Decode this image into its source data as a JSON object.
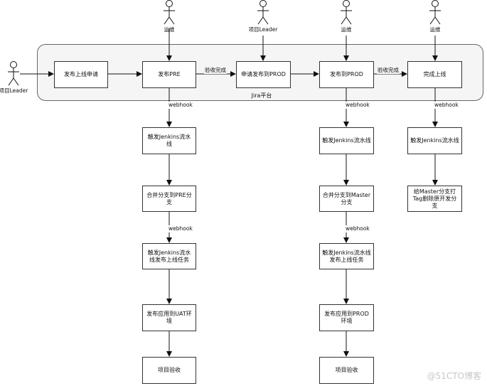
{
  "actors": {
    "ops1": "运维",
    "pm_top": "项目Leader",
    "ops2": "运维",
    "ops3": "运维",
    "pm_left": "项目Leader"
  },
  "platform_label": "Jira平台",
  "jira_steps": {
    "submit": "发布上线申请",
    "release_pre": "发布PRE",
    "apply_prod": "申请发布到PROD",
    "release_prod": "发布到PROD",
    "done": "完成上线"
  },
  "edge_labels": {
    "accept_done_1": "验收完成",
    "accept_done_2": "验收完成",
    "webhook_pre_1": "webhook",
    "webhook_pre_2": "webhook",
    "webhook_prod_1": "webhook",
    "webhook_prod_2": "webhook",
    "webhook_done": "webhook"
  },
  "pre_flow": {
    "trigger": "触发Jenkins流水线",
    "merge": "合并分支到PRE分支",
    "trigger_task": "触发Jenkins流水线发布上线任务",
    "deploy": "发布应用到UAT环境",
    "accept": "项目验收"
  },
  "prod_flow": {
    "trigger": "触发Jenkins流水线",
    "merge": "合并分支到Master分支",
    "trigger_task": "触发Jenkins流水线发布上线任务",
    "deploy": "发布应用到PROD环境",
    "accept": "项目验收"
  },
  "done_flow": {
    "trigger": "触发Jenkins流水线",
    "tag": "给Master分支打Tag删除原开发分支"
  },
  "watermark": "@51CTO博客"
}
